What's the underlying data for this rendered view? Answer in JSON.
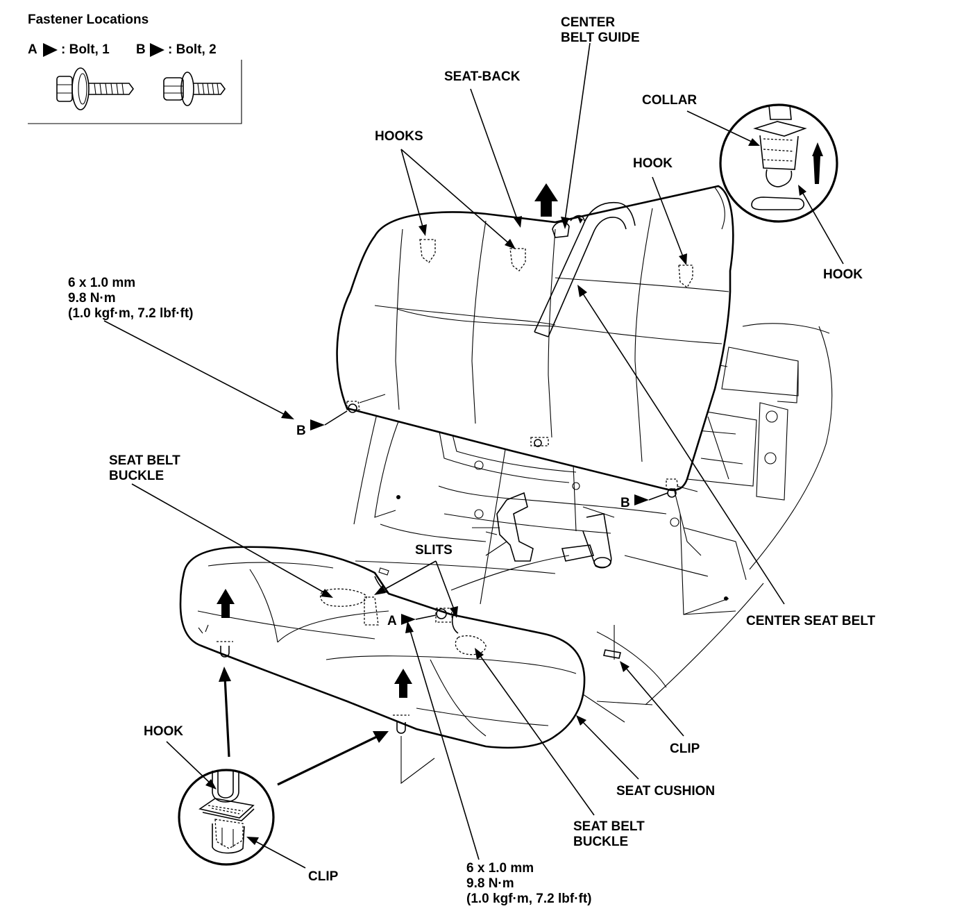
{
  "legend": {
    "title": "Fastener Locations",
    "a_letter": "A",
    "a_text": ": Bolt, 1",
    "b_letter": "B",
    "b_text": ": Bolt, 2"
  },
  "callouts": {
    "center_belt_guide": [
      "CENTER",
      "BELT GUIDE"
    ],
    "seat_back": "SEAT-BACK",
    "hooks": "HOOKS",
    "collar": "COLLAR",
    "hook_top": "HOOK",
    "hook_inset_right": "HOOK",
    "spec_left": [
      "6 x 1.0 mm",
      "9.8 N·m",
      "(1.0 kgf·m, 7.2 lbf·ft)"
    ],
    "b_left": "B",
    "b_right": "B",
    "seat_belt_buckle_left": [
      "SEAT BELT",
      "BUCKLE"
    ],
    "slits": "SLITS",
    "a_bolt": "A",
    "center_seat_belt": "CENTER SEAT BELT",
    "clip_right": "CLIP",
    "seat_cushion": "SEAT CUSHION",
    "seat_belt_buckle_right": [
      "SEAT BELT",
      "BUCKLE"
    ],
    "hook_inset_left": "HOOK",
    "clip_inset_left": "CLIP",
    "spec_bottom": [
      "6 x 1.0 mm",
      "9.8 N·m",
      "(1.0 kgf·m, 7.2 lbf·ft)"
    ]
  }
}
